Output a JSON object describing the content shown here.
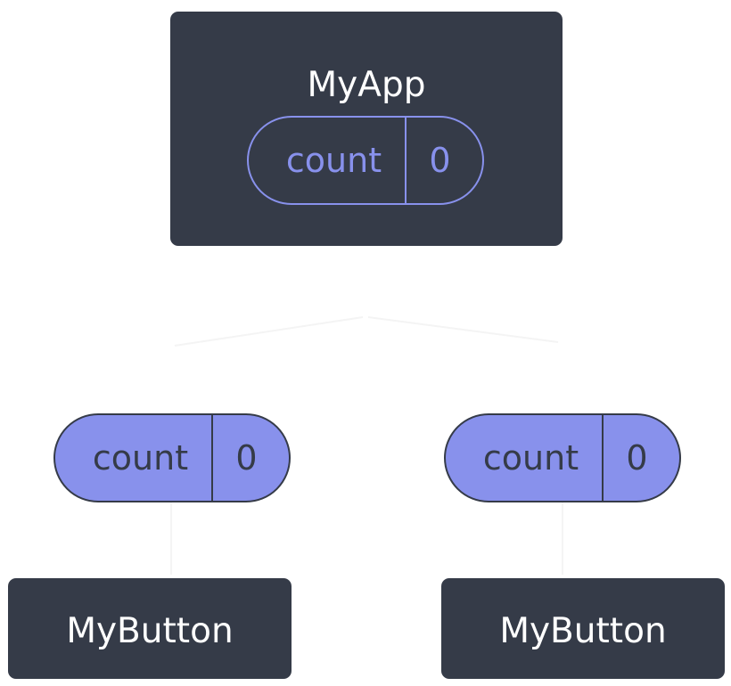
{
  "root": {
    "title": "MyApp",
    "state": {
      "label": "count",
      "value": "0"
    }
  },
  "children": [
    {
      "state": {
        "label": "count",
        "value": "0"
      },
      "title": "MyButton"
    },
    {
      "state": {
        "label": "count",
        "value": "0"
      },
      "title": "MyButton"
    }
  ],
  "colors": {
    "node_background": "#353b48",
    "node_text": "#ffffff",
    "state_accent": "#8891ec",
    "edge": "#f4f4f4"
  }
}
